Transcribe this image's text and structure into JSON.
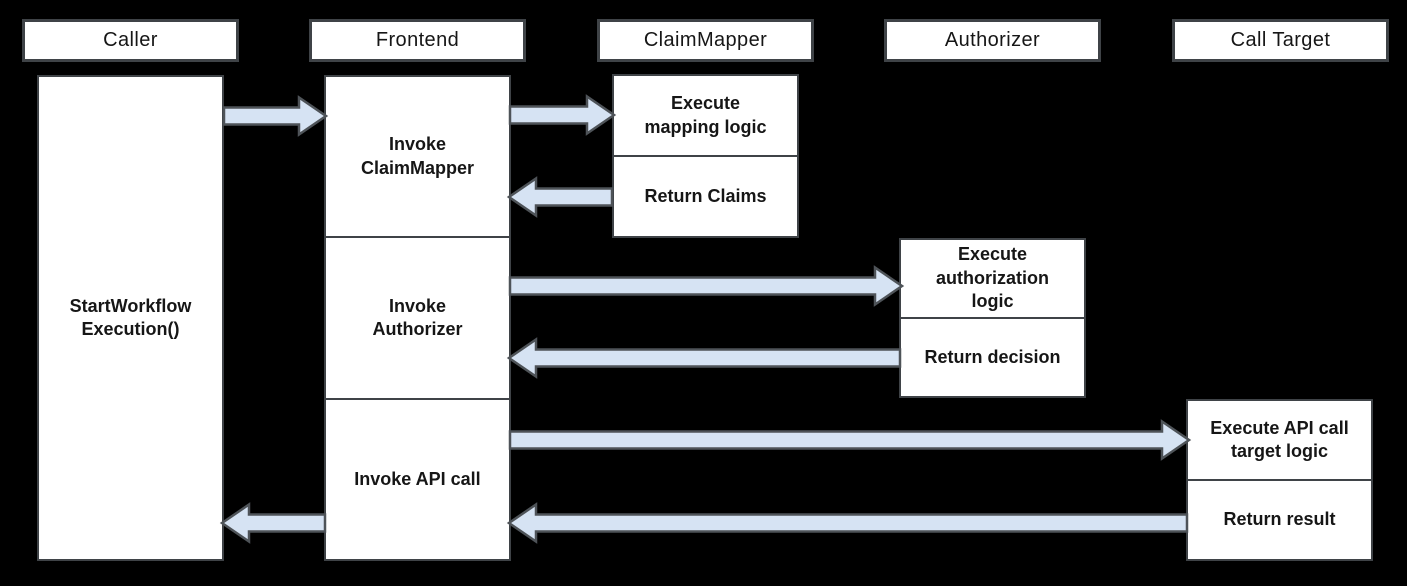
{
  "theme": {
    "background": "#000000",
    "box_fill": "#ffffff",
    "box_border": "#3f4347",
    "arrow_fill": "#d6e3f3",
    "arrow_border": "#4e5358",
    "text_color": "#161616"
  },
  "lanes": [
    {
      "id": "caller",
      "label": "Caller"
    },
    {
      "id": "frontend",
      "label": "Frontend"
    },
    {
      "id": "claimmapper",
      "label": "ClaimMapper"
    },
    {
      "id": "authorizer",
      "label": "Authorizer"
    },
    {
      "id": "call-target",
      "label": "Call Target"
    }
  ],
  "boxes": {
    "caller": {
      "label": "StartWorkflow\nExecution()"
    },
    "frontend": {
      "sections": [
        "Invoke\nClaimMapper",
        "Invoke\nAuthorizer",
        "Invoke API call"
      ]
    },
    "claimmapper": {
      "sections": [
        "Execute\nmapping logic",
        "Return Claims"
      ]
    },
    "authorizer": {
      "sections": [
        "Execute\nauthorization\nlogic",
        "Return decision"
      ]
    },
    "call_target": {
      "sections": [
        "Execute API call\ntarget logic",
        "Return result"
      ]
    }
  },
  "arrows": [
    {
      "name": "caller-to-frontend",
      "from": "caller",
      "to": "frontend",
      "direction": "right"
    },
    {
      "name": "frontend-to-claimmapper",
      "from": "frontend",
      "to": "claimmapper",
      "direction": "right"
    },
    {
      "name": "claimmapper-return-to-frontend",
      "from": "claimmapper",
      "to": "frontend",
      "direction": "left"
    },
    {
      "name": "frontend-to-authorizer",
      "from": "frontend",
      "to": "authorizer",
      "direction": "right"
    },
    {
      "name": "authorizer-return-to-frontend",
      "from": "authorizer",
      "to": "frontend",
      "direction": "left"
    },
    {
      "name": "frontend-to-call-target",
      "from": "frontend",
      "to": "call-target",
      "direction": "right"
    },
    {
      "name": "call-target-return-to-frontend",
      "from": "call-target",
      "to": "frontend",
      "direction": "left"
    },
    {
      "name": "frontend-return-to-caller",
      "from": "frontend",
      "to": "caller",
      "direction": "left"
    }
  ]
}
